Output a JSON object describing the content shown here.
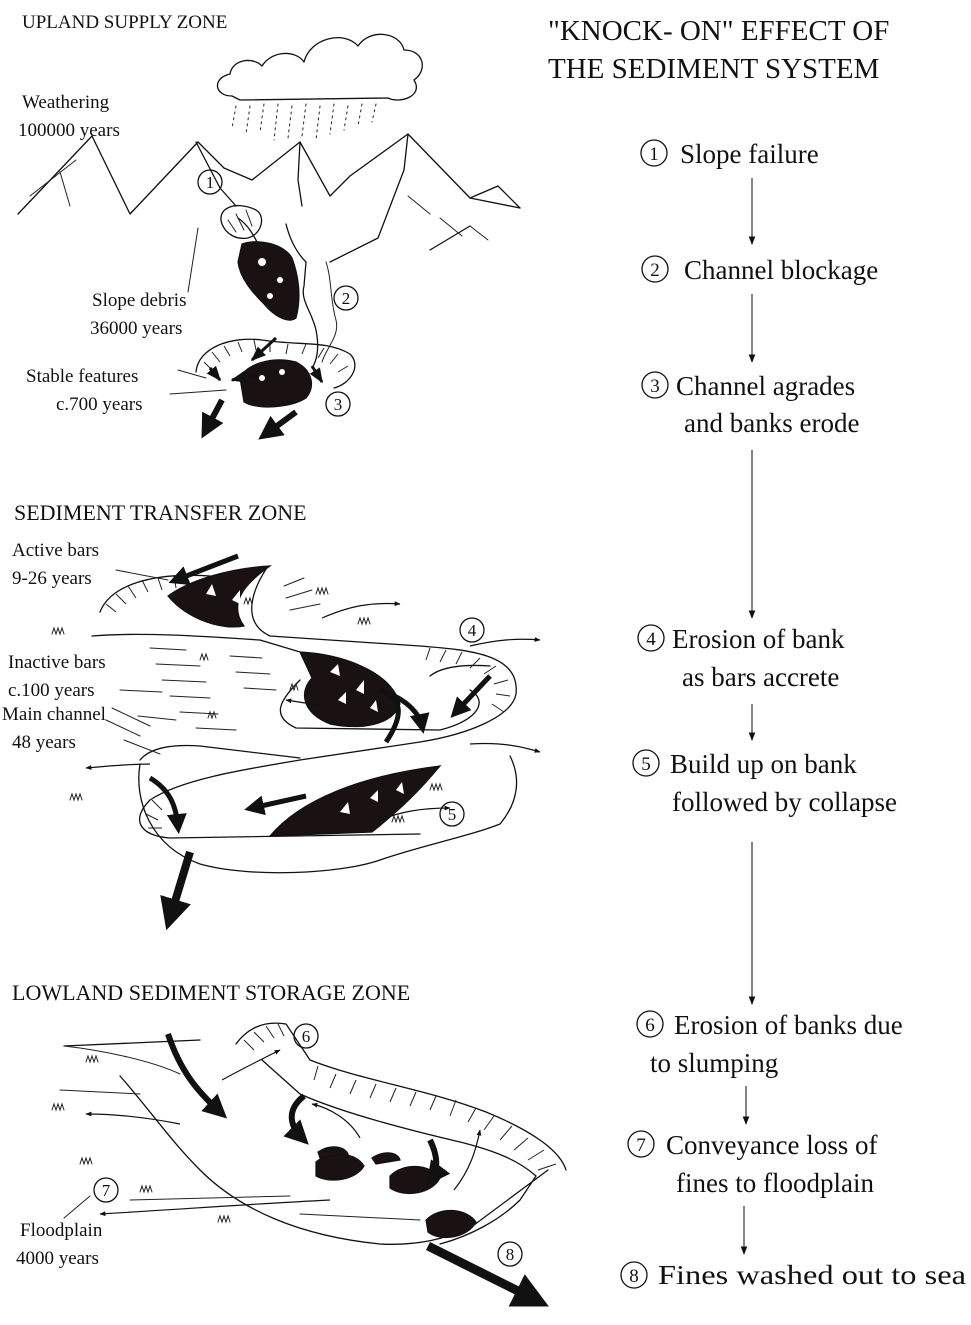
{
  "heading": {
    "line1": "\"KNOCK- ON\" EFFECT OF",
    "line2": "THE SEDIMENT  SYSTEM"
  },
  "zones": {
    "upland": {
      "title": "UPLAND SUPPLY ZONE",
      "weathering_label": "Weathering",
      "weathering_time": "100000 years",
      "slope_debris_label": "Slope debris",
      "slope_debris_time": "36000 years",
      "stable_label": "Stable features",
      "stable_time": "c.700 years"
    },
    "transfer": {
      "title": "SEDIMENT TRANSFER ZONE",
      "active_label": "Active bars",
      "active_time": "9-26 years",
      "inactive_label": "Inactive bars",
      "inactive_time": "c.100 years",
      "main_label": "Main  channel",
      "main_time": "48 years"
    },
    "lowland": {
      "title": "LOWLAND SEDIMENT STORAGE ZONE",
      "floodplain_label": "Floodplain",
      "floodplain_time": "4000 years"
    }
  },
  "markers": [
    "1",
    "2",
    "3",
    "4",
    "5",
    "6",
    "7",
    "8"
  ],
  "steps": [
    {
      "num": "1",
      "line1": "Slope failure",
      "line2": ""
    },
    {
      "num": "2",
      "line1": "Channel blockage",
      "line2": ""
    },
    {
      "num": "3",
      "line1": "Channel agrades",
      "line2": "and banks erode"
    },
    {
      "num": "4",
      "line1": "Erosion of bank",
      "line2": "as bars accrete"
    },
    {
      "num": "5",
      "line1": "Build up on bank",
      "line2": "followed by collapse"
    },
    {
      "num": "6",
      "line1": "Erosion of banks due",
      "line2": "to slumping"
    },
    {
      "num": "7",
      "line1": "Conveyance loss of",
      "line2": "fines to floodplain"
    },
    {
      "num": "8",
      "line1": "Fines washed out to sea",
      "line2": ""
    }
  ]
}
